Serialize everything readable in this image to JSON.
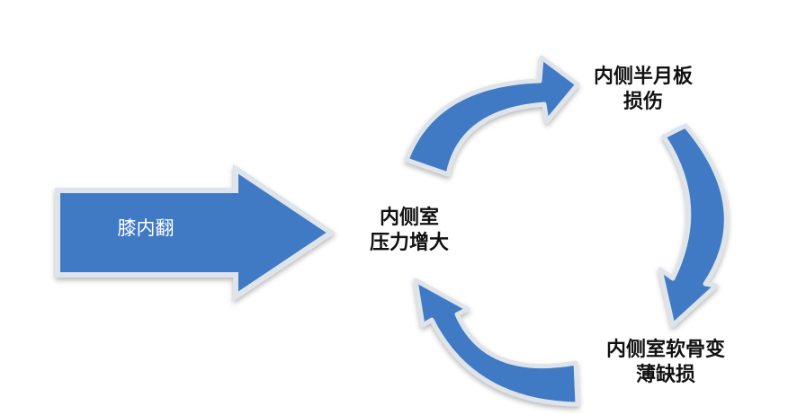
{
  "diagram": {
    "entry": {
      "label": "膝内翻"
    },
    "cycle": {
      "center": [
        "内侧室",
        "压力增大"
      ],
      "meniscus": [
        "内侧半月板",
        "损伤"
      ],
      "cartilage": [
        "内侧室软骨变",
        "薄缺损"
      ]
    },
    "colors": {
      "arrow_fill": "#3f7ac4",
      "arrow_border": "#dfe4ea",
      "entry_text": "#ffffff",
      "label_text": "#111111"
    }
  }
}
